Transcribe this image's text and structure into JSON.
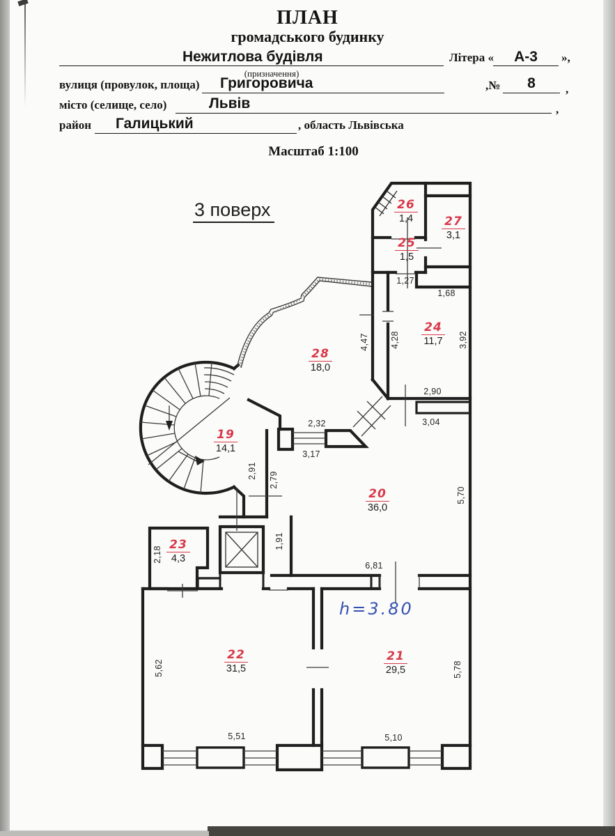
{
  "header": {
    "title": "ПЛАН",
    "subtitle": "громадського будинку",
    "building_type": "Нежитлова будівля",
    "building_type_caption": "(призначення)",
    "litera_label": "Літера «",
    "litera_value": "А-3",
    "litera_suffix": "»,",
    "street_label": "вулиця (провулок, площа)",
    "street_value": "Григоровича",
    "number_label": ",№",
    "number_value": "8",
    "comma": ",",
    "city_label": "місто (селище, село)",
    "city_value": "Львів",
    "district_label": "район",
    "district_value": "Галицький",
    "region_suffix": ", область Львівська",
    "scale_label": "Масштаб 1:100"
  },
  "plan": {
    "floor_label": "3 поверх",
    "height_note": "h=3.80",
    "rooms": {
      "r19": {
        "number": "19",
        "area": "14,1"
      },
      "r20": {
        "number": "20",
        "area": "36,0"
      },
      "r21": {
        "number": "21",
        "area": "29,5"
      },
      "r22": {
        "number": "22",
        "area": "31,5"
      },
      "r23": {
        "number": "23",
        "area": "4,3"
      },
      "r24": {
        "number": "24",
        "area": "11,7"
      },
      "r25": {
        "number": "25",
        "area": "1,5"
      },
      "r26": {
        "number": "26",
        "area": "1,4"
      },
      "r27": {
        "number": "27",
        "area": "3,1"
      },
      "r28": {
        "number": "28",
        "area": "18,0"
      }
    },
    "dimensions": {
      "d127": "1,27",
      "d168": "1,68",
      "d447": "4,47",
      "d428": "4,28",
      "d392": "3,92",
      "d290": "2,90",
      "d304": "3,04",
      "d232": "2,32",
      "d317": "3,17",
      "d291": "2,91",
      "d279": "2,79",
      "d570": "5,70",
      "d191": "1,91",
      "d681": "6,81",
      "d218": "2,18",
      "d562": "5,62",
      "d551": "5,51",
      "d510": "5,10",
      "d578": "5,78"
    }
  }
}
